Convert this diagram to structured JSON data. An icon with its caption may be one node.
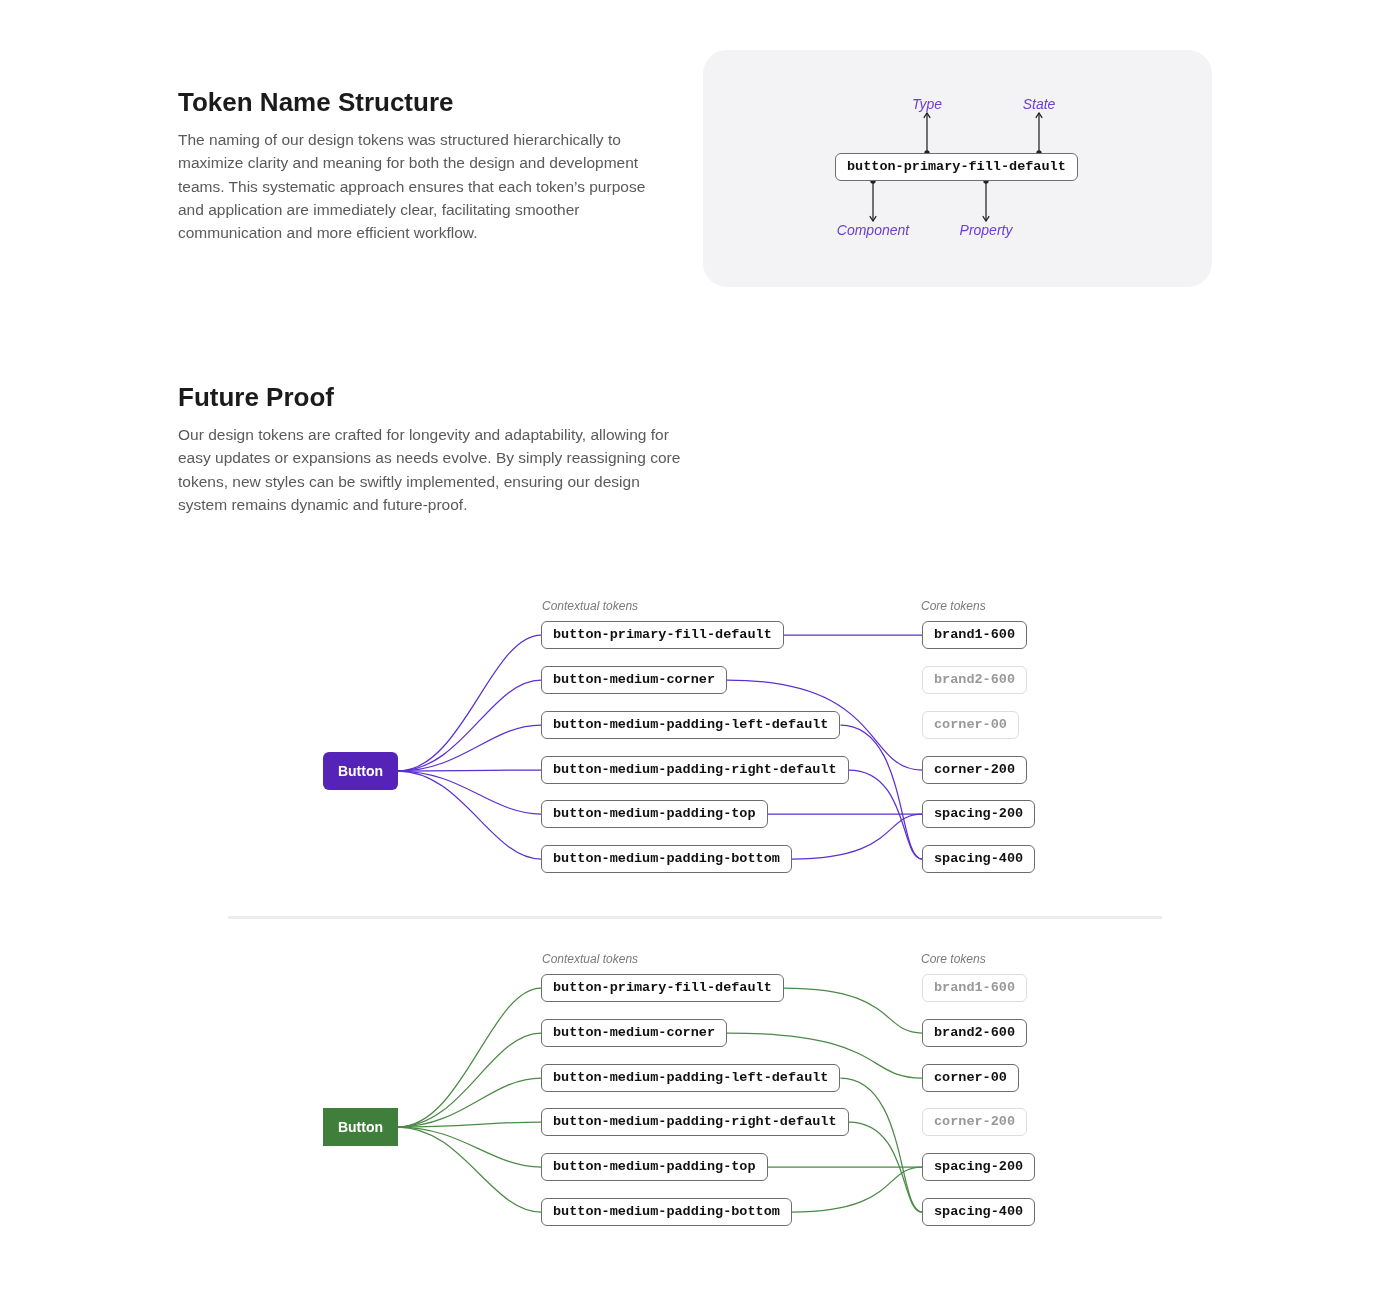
{
  "diagram": {
    "nodes": [
      {
        "text": [],
        "shape": "box"
      },
      {
        "text": [
          "Type"
        ],
        "in": 0
      },
      {
        "text": [
          "State"
        ],
        "in": 0
      },
      {
        "text": [
          "button-primary-fill-default"
        ],
        "in": 0
      },
      {
        "text": [
          "Component"
        ],
        "in": 0
      },
      {
        "text": [
          "Property"
        ],
        "in": 0
      },
      {
        "text": [
          "Button"
        ]
      },
      {
        "text": [
          "button-primary-fill-default"
        ]
      },
      {
        "text": [
          "button-medium-corner"
        ]
      },
      {
        "text": [
          "button-medium-padding-left-default"
        ]
      },
      {
        "text": [
          "button-medium-padding-right-default"
        ]
      },
      {
        "text": [
          "button-medium-padding-top"
        ]
      },
      {
        "text": [
          "button-medium-padding-bottom"
        ]
      },
      {
        "text": [
          "brand1-600"
        ]
      },
      {
        "text": [
          "brand2-600"
        ]
      },
      {
        "text": [
          "corner-00"
        ]
      },
      {
        "text": [
          "corner-200"
        ]
      },
      {
        "text": [
          "spacing-200"
        ]
      },
      {
        "text": [
          "spacing-400"
        ]
      },
      {
        "text": [
          "Button"
        ]
      },
      {
        "text": [
          "button-primary-fill-default"
        ]
      },
      {
        "text": [
          "button-medium-corner"
        ]
      },
      {
        "text": [
          "button-medium-padding-left-default"
        ]
      },
      {
        "text": [
          "button-medium-padding-right-default"
        ]
      },
      {
        "text": [
          "button-medium-padding-top"
        ]
      },
      {
        "text": [
          "button-medium-padding-bottom"
        ]
      },
      {
        "text": [
          "brand1-600"
        ]
      },
      {
        "text": [
          "brand2-600"
        ]
      },
      {
        "text": [
          "corner-00"
        ]
      },
      {
        "text": [
          "corner-200"
        ]
      },
      {
        "text": [
          "spacing-200"
        ]
      },
      {
        "text": [
          "spacing-400"
        ]
      }
    ],
    "edges": [
      {
        "from": 3,
        "to": 1,
        "arrow": "to",
        "color": "#222222"
      },
      {
        "from": 3,
        "to": 2,
        "arrow": "to",
        "color": "#222222"
      },
      {
        "from": 3,
        "to": 4,
        "arrow": "to",
        "color": "#222222"
      },
      {
        "from": 3,
        "to": 5,
        "arrow": "to",
        "color": "#222222"
      },
      {
        "from": 6,
        "to": 7,
        "arrow": "none",
        "color": "#5b2fd0"
      },
      {
        "from": 6,
        "to": 8,
        "arrow": "none",
        "color": "#5b2fd0"
      },
      {
        "from": 6,
        "to": 9,
        "arrow": "none",
        "color": "#5b2fd0"
      },
      {
        "from": 6,
        "to": 10,
        "arrow": "none",
        "color": "#5b2fd0"
      },
      {
        "from": 6,
        "to": 11,
        "arrow": "none",
        "color": "#5b2fd0"
      },
      {
        "from": 6,
        "to": 12,
        "arrow": "none",
        "color": "#5b2fd0"
      },
      {
        "from": 7,
        "to": 13,
        "arrow": "none",
        "color": "#5b2fd0"
      },
      {
        "from": 8,
        "to": 16,
        "arrow": "none",
        "color": "#5b2fd0"
      },
      {
        "from": 9,
        "to": 18,
        "arrow": "none",
        "color": "#5b2fd0"
      },
      {
        "from": 10,
        "to": 18,
        "arrow": "none",
        "color": "#5b2fd0"
      },
      {
        "from": 11,
        "to": 17,
        "arrow": "none",
        "color": "#5b2fd0"
      },
      {
        "from": 12,
        "to": 17,
        "arrow": "none",
        "color": "#5b2fd0"
      },
      {
        "from": 19,
        "to": 20,
        "arrow": "none",
        "color": "#4b8a45"
      },
      {
        "from": 19,
        "to": 21,
        "arrow": "none",
        "color": "#4b8a45"
      },
      {
        "from": 19,
        "to": 22,
        "arrow": "none",
        "color": "#4b8a45"
      },
      {
        "from": 19,
        "to": 23,
        "arrow": "none",
        "color": "#4b8a45"
      },
      {
        "from": 19,
        "to": 24,
        "arrow": "none",
        "color": "#4b8a45"
      },
      {
        "from": 19,
        "to": 25,
        "arrow": "none",
        "color": "#4b8a45"
      },
      {
        "from": 20,
        "to": 27,
        "arrow": "none",
        "color": "#4b8a45"
      },
      {
        "from": 21,
        "to": 28,
        "arrow": "none",
        "color": "#4b8a45"
      },
      {
        "from": 22,
        "to": 31,
        "arrow": "none",
        "color": "#4b8a45"
      },
      {
        "from": 23,
        "to": 31,
        "arrow": "none",
        "color": "#4b8a45"
      },
      {
        "from": 24,
        "to": 30,
        "arrow": "none",
        "color": "#4b8a45"
      },
      {
        "from": 25,
        "to": 30,
        "arrow": "none",
        "color": "#4b8a45"
      }
    ],
    "labels": [
      "Token Name Structure",
      "The naming of our design tokens was structured hierarchically to maximize clarity and meaning for both the design and development teams. This systematic approach ensures that each token’s purpose and application are immediately clear, facilitating smoother communication and more efficient workflow.",
      "Future Proof",
      "Our design tokens are crafted for longevity and adaptability, allowing for easy updates or expansions as needs evolve. By simply reassigning core tokens, new styles can be swiftly implemented, ensuring our design system remains dynamic and future-proof.",
      "Contextual tokens",
      "Core tokens",
      "Contextual tokens",
      "Core tokens"
    ]
  }
}
